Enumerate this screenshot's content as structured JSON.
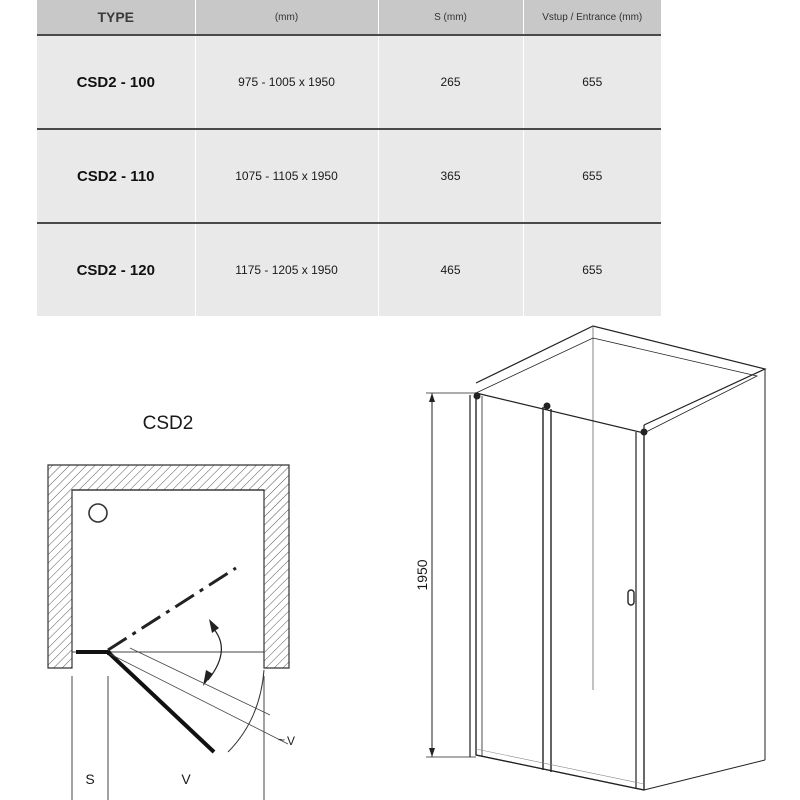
{
  "table": {
    "headers": [
      "TYPE",
      "(mm)",
      "S (mm)",
      "Vstup / Entrance (mm)"
    ],
    "rows": [
      {
        "type": "CSD2 - 100",
        "dims": "975 - 1005 x 1950",
        "s": "265",
        "entrance": "655"
      },
      {
        "type": "CSD2 - 110",
        "dims": "1075 - 1105 x 1950",
        "s": "365",
        "entrance": "655"
      },
      {
        "type": "CSD2 - 120",
        "dims": "1175 - 1205 x 1950",
        "s": "465",
        "entrance": "655"
      }
    ]
  },
  "plan": {
    "title": "CSD2",
    "label_s": "S",
    "label_v": "V",
    "label_v_small": "V"
  },
  "elevation": {
    "height_label": "1950"
  }
}
